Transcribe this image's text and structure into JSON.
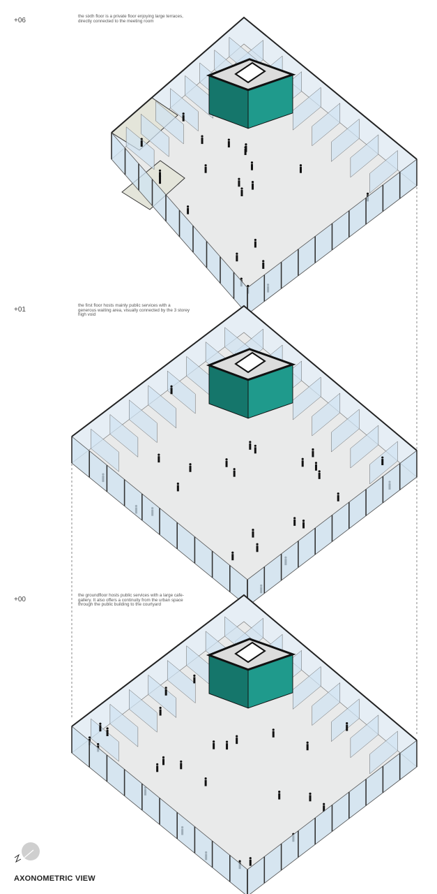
{
  "floors": [
    {
      "level": "+06",
      "description": "the sixth floor is a private floor enjoying large terraces, directly connected to the meeting room"
    },
    {
      "level": "+01",
      "description": "the first floor hosts mainly public services with a generous waiting area, visually connected by the 3 storey high void"
    },
    {
      "level": "+00",
      "description": "the groundfloor hosts public services with a large cafe-gallery. It also offers a continuity from the urban space through the public building to the courtyard"
    }
  ],
  "title": "AXONOMETRIC VIEW",
  "north_icon": "north-arrow-icon",
  "colors": {
    "core": "#1f9a8c",
    "core_dark": "#15766b",
    "glass": "#cfe3f2",
    "floor": "#e9eaea",
    "terrace": "#e4e5da",
    "wall": "#222222"
  }
}
